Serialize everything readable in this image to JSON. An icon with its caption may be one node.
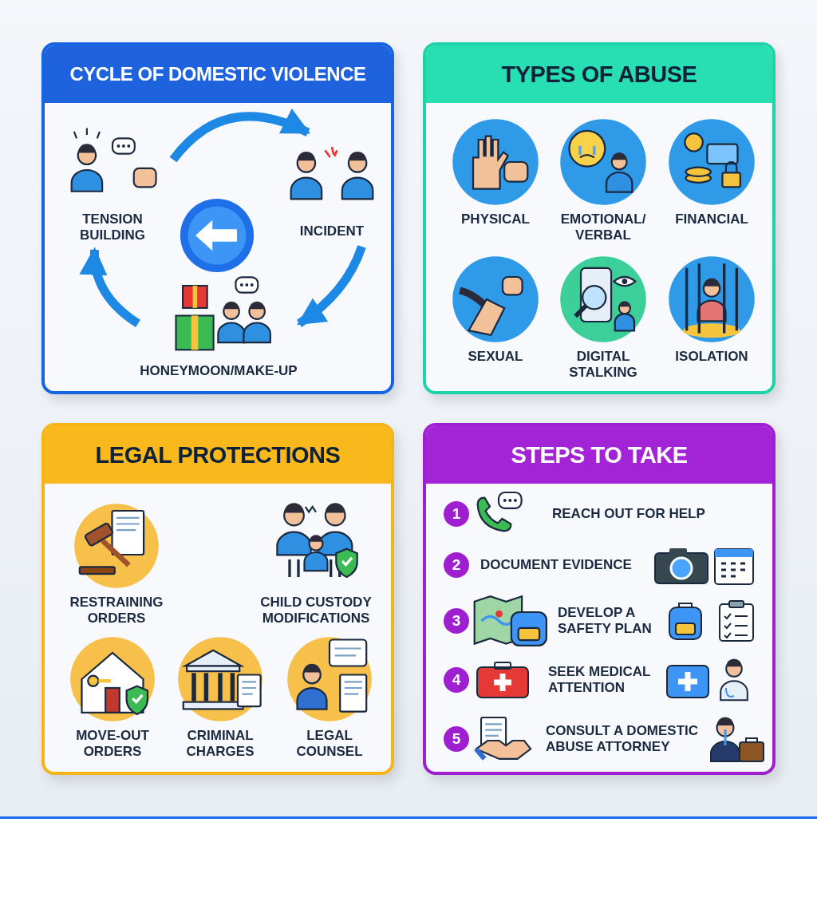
{
  "diagram": {
    "nodes": [
      {
        "text": [
          "CYCLE OF DOMESTIC VIOLENCE"
        ]
      },
      {
        "text": [
          "TENSION BUILDING"
        ],
        "in": 0
      },
      {
        "text": [
          "INCIDENT"
        ],
        "in": 0
      },
      {
        "text": [
          "HONEYMOON/MAKE-UP"
        ],
        "in": 0
      },
      {
        "text": [
          "TYPES OF ABUSE"
        ]
      },
      {
        "text": [
          "PHYSICAL"
        ],
        "in": 4
      },
      {
        "text": [
          "EMOTIONAL/ VERBAL"
        ],
        "in": 4
      },
      {
        "text": [
          "FINANCIAL"
        ],
        "in": 4
      },
      {
        "text": [
          "SEXUAL"
        ],
        "in": 4
      },
      {
        "text": [
          "DIGITAL STALKING"
        ],
        "in": 4
      },
      {
        "text": [
          "ISOLATION"
        ],
        "in": 4
      },
      {
        "text": [
          "LEGAL PROTECTIONS"
        ]
      },
      {
        "text": [
          "RESTRAINING ORDERS"
        ],
        "in": 11
      },
      {
        "text": [
          "CHILD CUSTODY MODIFICATIONS"
        ],
        "in": 11
      },
      {
        "text": [
          "MOVE-OUT ORDERS"
        ],
        "in": 11
      },
      {
        "text": [
          "CRIMINAL CHARGES"
        ],
        "in": 11
      },
      {
        "text": [
          "LEGAL COUNSEL"
        ],
        "in": 11
      },
      {
        "text": [
          "STEPS TO TAKE"
        ]
      },
      {
        "text": [
          "1",
          "REACH OUT FOR HELP"
        ],
        "in": 17
      },
      {
        "text": [
          "2",
          "DOCUMENT EVIDENCE"
        ],
        "in": 17
      },
      {
        "text": [
          "3",
          "DEVELOP A SAFETY PLAN"
        ],
        "in": 17
      },
      {
        "text": [
          "4",
          "SEEK MEDICAL ATTENTION"
        ],
        "in": 17
      },
      {
        "text": [
          "5",
          "CONSULT A DOMESTIC ABUSE ATTORNEY"
        ],
        "in": 17
      }
    ],
    "edges": [
      {
        "from": 1,
        "to": 2,
        "arrow": "to"
      },
      {
        "from": 2,
        "to": 3,
        "arrow": "to"
      },
      {
        "from": 3,
        "to": 1,
        "arrow": "to"
      }
    ]
  }
}
